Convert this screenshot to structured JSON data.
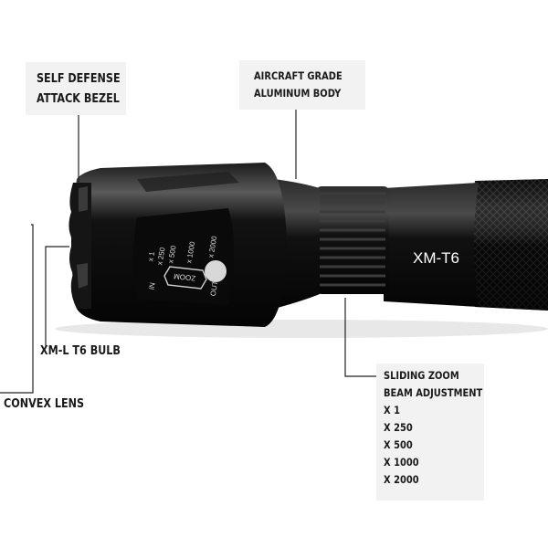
{
  "product_badge": "XM-T6",
  "labels": {
    "bezel": [
      "SELF DEFENSE",
      "ATTACK BEZEL"
    ],
    "body": [
      "AIRCRAFT GRADE",
      "ALUMINUM BODY"
    ],
    "bulb": "XM-L T6 BULB",
    "lens": "CONVEX LENS",
    "zoom": [
      "SLIDING ZOOM",
      "BEAM ADJUSTMENT",
      "X 1",
      "X 250",
      "X 500",
      "X 1000",
      "X 2000"
    ]
  },
  "head_markings": {
    "zoom_word": "ZOOM",
    "in": "IN",
    "out": "OUT",
    "levels": [
      "x 1",
      "x 250",
      "x 500",
      "x 1000",
      "x 2000"
    ]
  },
  "colors": {
    "body": "#0d0d0d",
    "highlight": "#4a4a4a",
    "leader_line": "#222222",
    "label_bg": "#f2f2f2"
  }
}
